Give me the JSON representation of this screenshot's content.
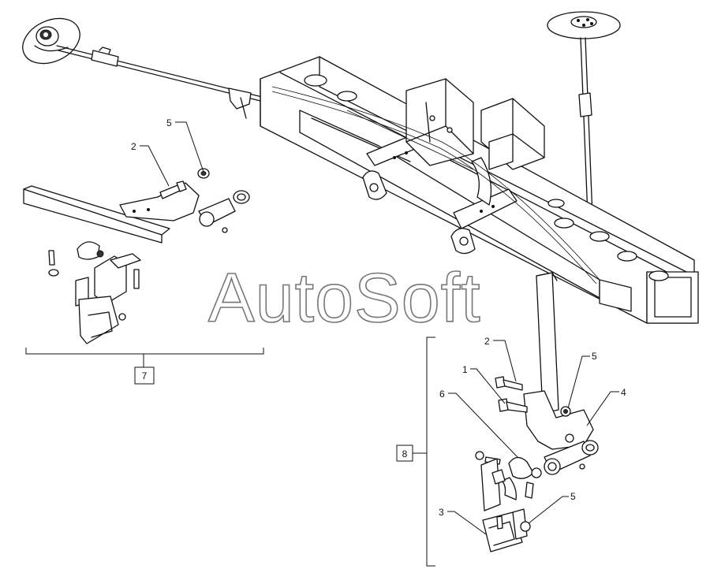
{
  "watermark": "AutoSoft",
  "groups": [
    {
      "label": "7"
    },
    {
      "label": "8"
    }
  ],
  "callouts": {
    "group7": [
      "5",
      "2"
    ],
    "group8": [
      "2",
      "5",
      "1",
      "4",
      "6",
      "5",
      "3"
    ]
  }
}
